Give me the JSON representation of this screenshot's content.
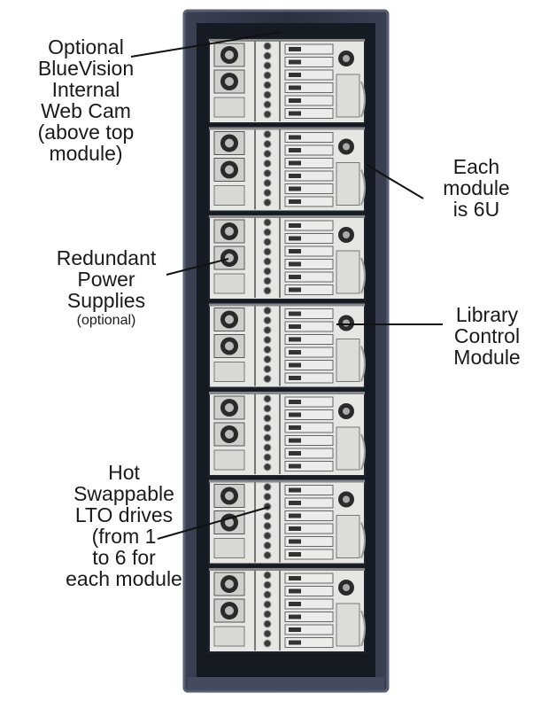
{
  "callouts": {
    "webcam": {
      "lines": [
        "Optional",
        "BlueVision",
        "Internal",
        "Web Cam",
        "(above top",
        "module)"
      ]
    },
    "module_size": {
      "lines": [
        "Each",
        "module",
        "is 6U"
      ]
    },
    "power": {
      "lines": [
        "Redundant",
        "Power",
        "Supplies"
      ],
      "note": "(optional)"
    },
    "control": {
      "lines": [
        "Library",
        "Control",
        "Module"
      ]
    },
    "drives": {
      "lines": [
        "Hot",
        "Swappable",
        "LTO drives",
        "(from 1",
        "to 6 for",
        "each module"
      ]
    }
  },
  "rack": {
    "module_count": 7,
    "colors": {
      "cabinet": "#2e3445",
      "cabinet_edge": "#5a6074",
      "module_face": "#e6e6e3",
      "frame": "#1e222c"
    }
  }
}
